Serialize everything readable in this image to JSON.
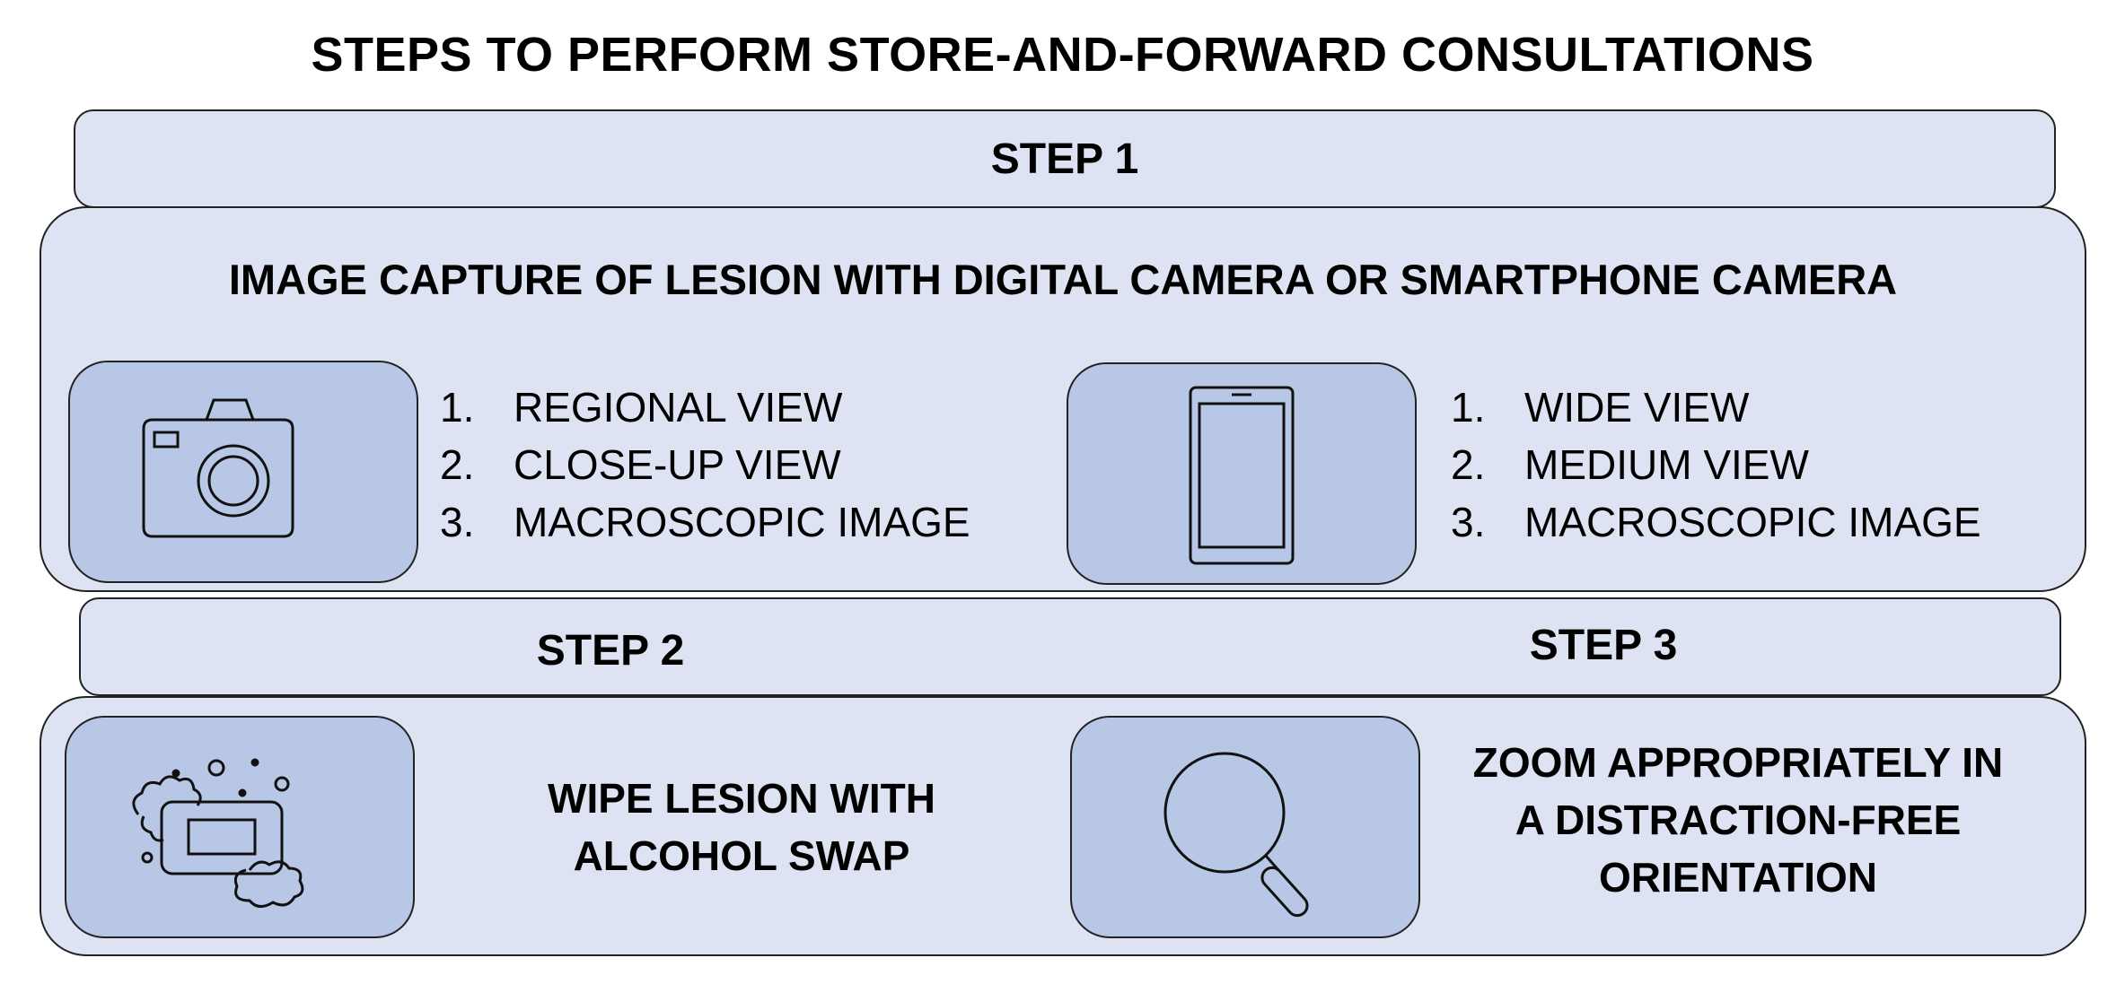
{
  "title": "STEPS TO PERFORM STORE-AND-FORWARD CONSULTATIONS",
  "step1": {
    "label": "STEP 1",
    "heading": "IMAGE CAPTURE OF LESION WITH DIGITAL CAMERA OR SMARTPHONE CAMERA",
    "camera_icon": "camera-icon",
    "camera_list": [
      {
        "num": "1.",
        "text": "REGIONAL VIEW"
      },
      {
        "num": "2.",
        "text": "CLOSE-UP VIEW"
      },
      {
        "num": "3.",
        "text": "MACROSCOPIC IMAGE"
      }
    ],
    "phone_icon": "smartphone-icon",
    "phone_list": [
      {
        "num": "1.",
        "text": "WIDE VIEW"
      },
      {
        "num": "2.",
        "text": "MEDIUM VIEW"
      },
      {
        "num": "3.",
        "text": "MACROSCOPIC IMAGE"
      }
    ]
  },
  "step2": {
    "label": "STEP 2",
    "icon": "soap-wipe-icon",
    "caption_lines": [
      "WIPE LESION WITH",
      "ALCOHOL SWAP"
    ]
  },
  "step3": {
    "label": "STEP 3",
    "icon": "magnifier-icon",
    "caption_lines": [
      "ZOOM APPROPRIATELY IN",
      "A DISTRACTION-FREE",
      "ORIENTATION"
    ]
  },
  "colors": {
    "panel_fill": "#dde3f2",
    "icon_box_fill": "#b9c7e6",
    "outline": "#222222"
  }
}
